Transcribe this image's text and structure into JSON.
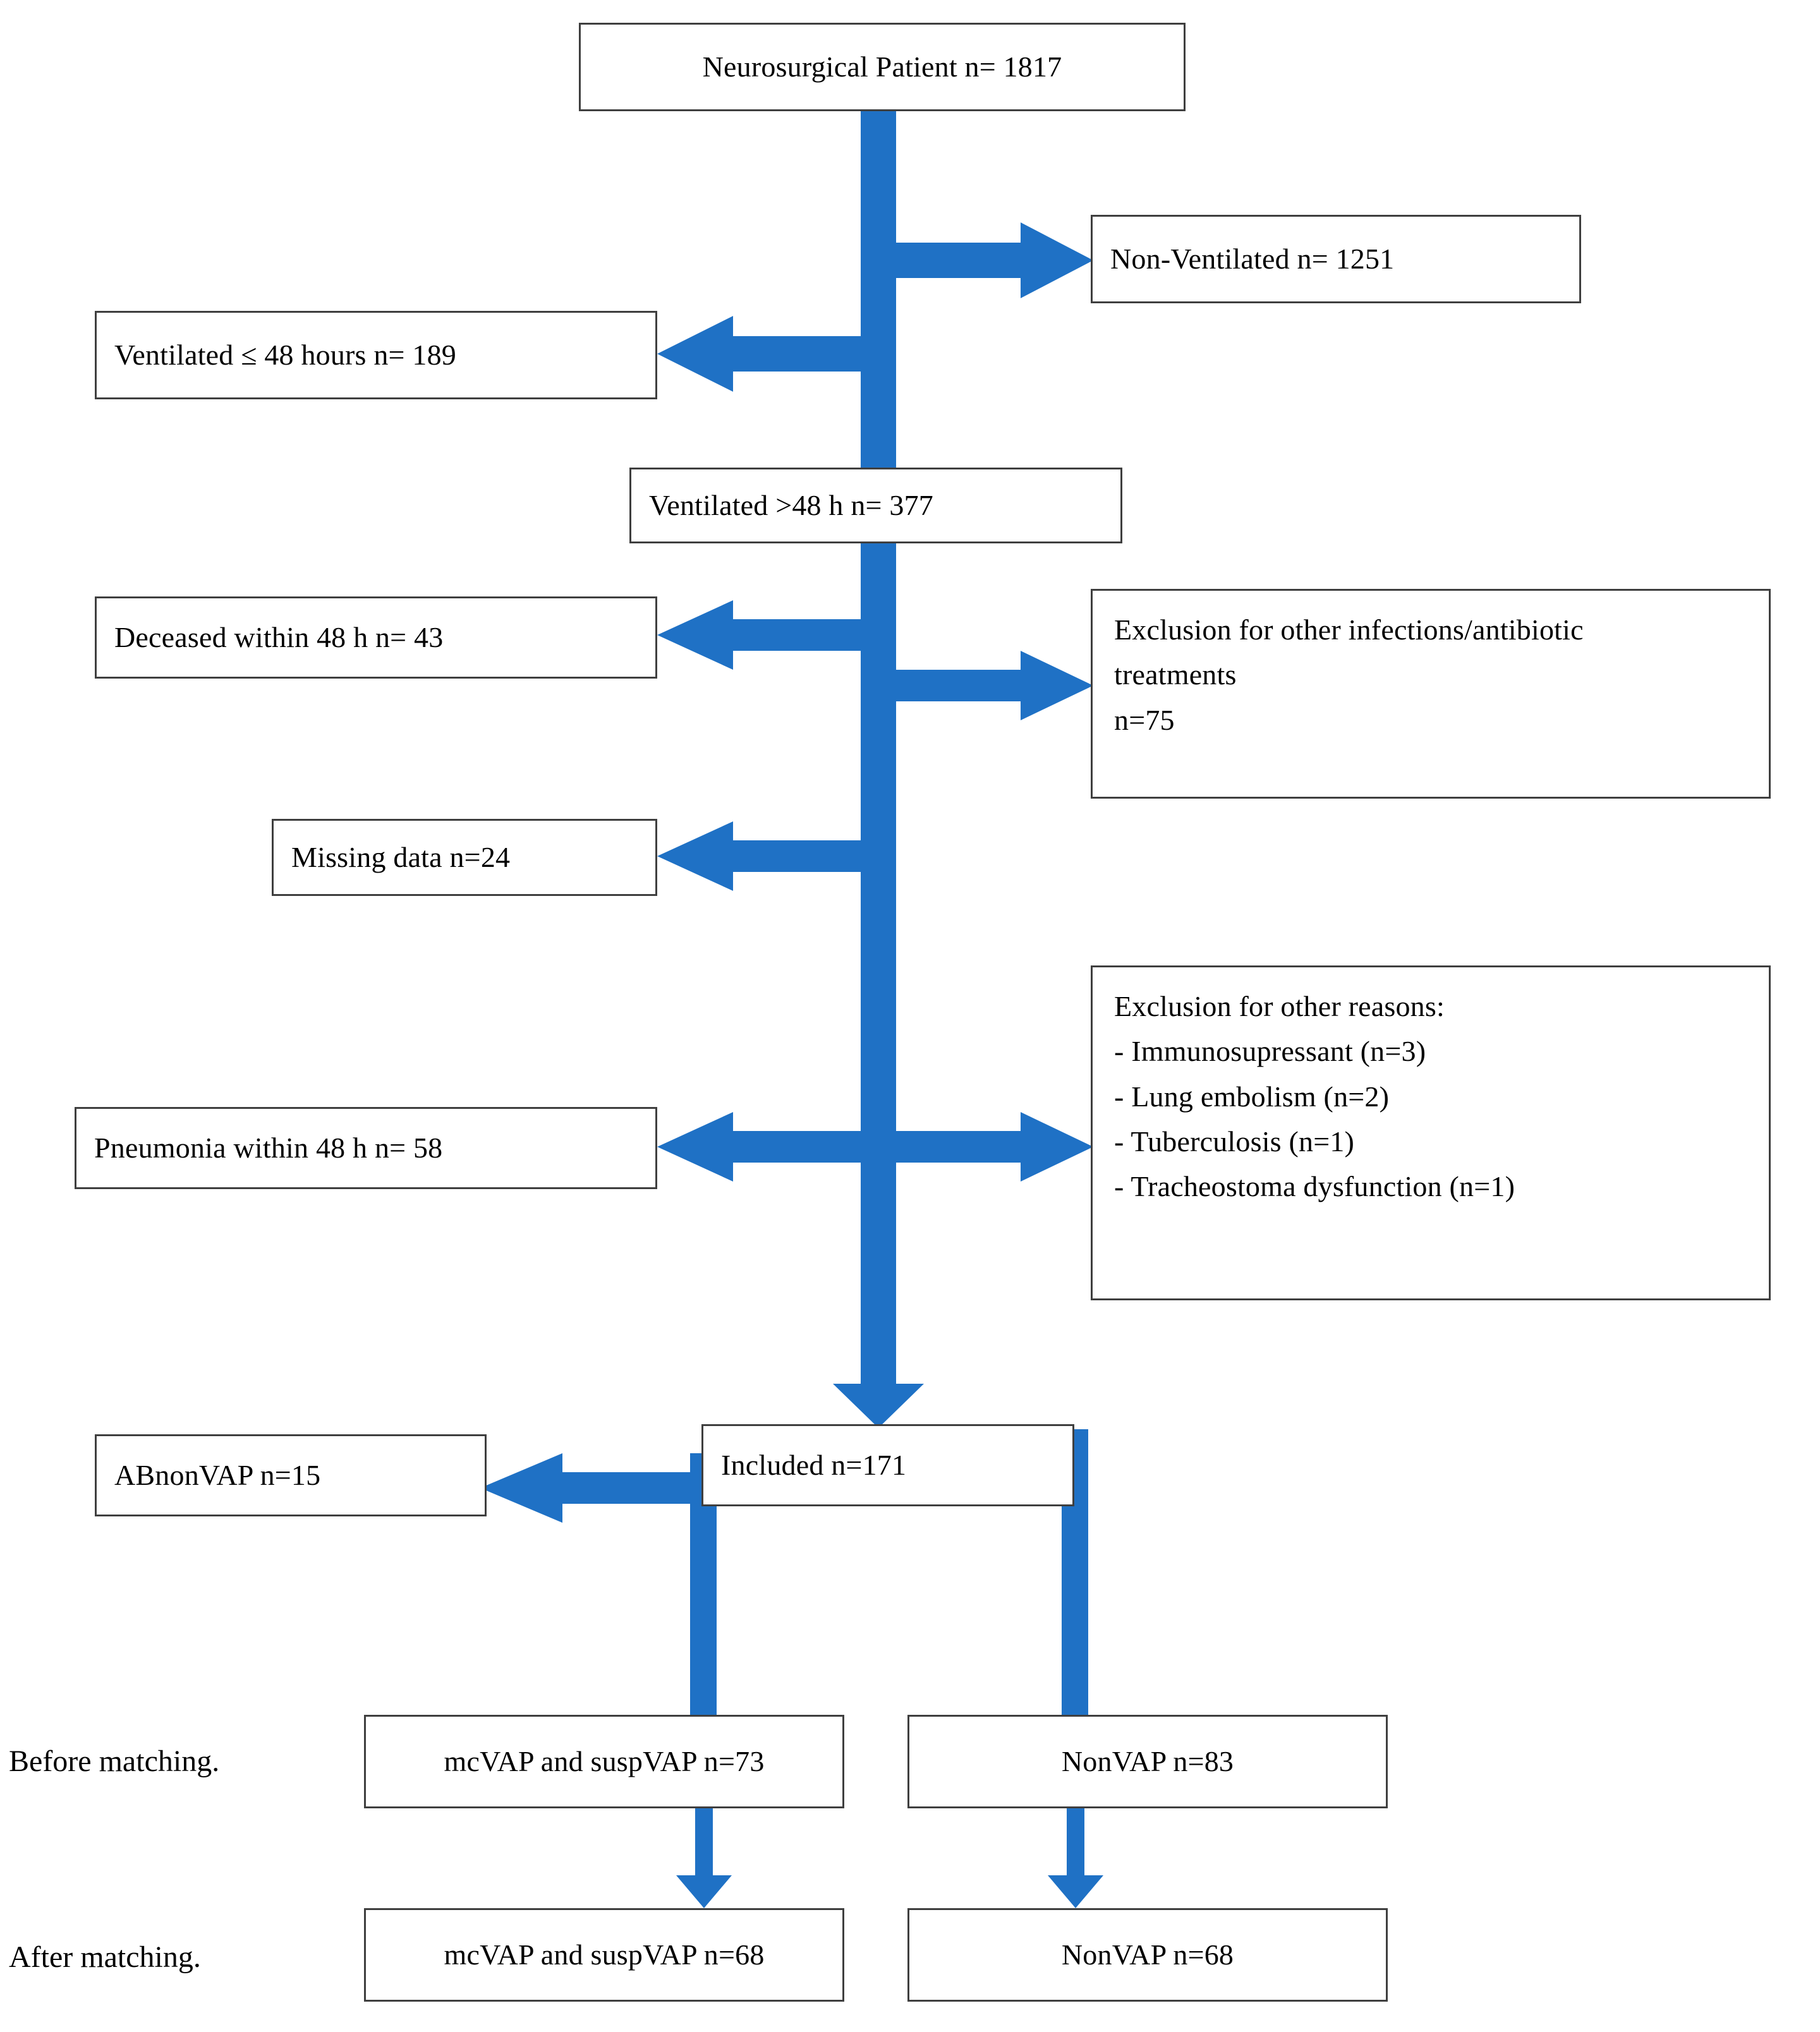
{
  "figure": {
    "type": "flowchart",
    "title": "Patient selection flow diagram",
    "accent_color": "#1F71C5",
    "box_border_color": "#3F3F3F",
    "background": "#FFFFFF"
  },
  "nodes": {
    "total": {
      "label": "Neurosurgical Patient n= 1817"
    },
    "non_ventilated": {
      "label": "Non-Ventilated n= 1251"
    },
    "ventilated_le48": {
      "label": "Ventilated ≤ 48 hours n= 189"
    },
    "ventilated_gt48": {
      "label": "Ventilated >48 h n= 377"
    },
    "deceased_48": {
      "label": "Deceased within 48 h n= 43"
    },
    "exclusion_infections": {
      "label": "Exclusion for other infections/antibiotic\ntreatments\nn=75"
    },
    "missing_data": {
      "label": "Missing data n=24"
    },
    "exclusion_other": {
      "label": "Exclusion for other reasons:\n- Immunosupressant (n=3)\n- Lung embolism (n=2)\n- Tuberculosis (n=1)\n- Tracheostoma dysfunction (n=1)"
    },
    "pneumonia_48": {
      "label": "Pneumonia within 48 h n= 58"
    },
    "abnonvap": {
      "label": "ABnonVAP n=15"
    },
    "included": {
      "label": "Included n=171"
    },
    "mcvap_before": {
      "label": "mcVAP and suspVAP n=73"
    },
    "nonvap_before": {
      "label": "NonVAP n=83"
    },
    "mcvap_after": {
      "label": "mcVAP and suspVAP n=68"
    },
    "nonvap_after": {
      "label": "NonVAP n=68"
    }
  },
  "labels": {
    "before_matching": "Before matching.",
    "after_matching": "After matching."
  },
  "chart_data": {
    "type": "flowchart",
    "title": "Patient selection flow diagram",
    "flow": [
      {
        "id": "total",
        "label": "Neurosurgical Patient n= 1817",
        "n": 1817,
        "role": "source"
      },
      {
        "id": "non_ventilated",
        "label": "Non-Ventilated n= 1251",
        "n": 1251,
        "role": "excluded",
        "from": "total",
        "direction": "right"
      },
      {
        "id": "ventilated_le48",
        "label": "Ventilated ≤ 48 hours n= 189",
        "n": 189,
        "role": "excluded",
        "from": "total",
        "direction": "left"
      },
      {
        "id": "ventilated_gt48",
        "label": "Ventilated >48 h n= 377",
        "n": 377,
        "role": "retained",
        "from": "total",
        "direction": "down"
      },
      {
        "id": "deceased_48",
        "label": "Deceased within 48 h n= 43",
        "n": 43,
        "role": "excluded",
        "from": "ventilated_gt48",
        "direction": "left"
      },
      {
        "id": "exclusion_infections",
        "label": "Exclusion for other infections/antibiotic treatments n=75",
        "n": 75,
        "role": "excluded",
        "from": "ventilated_gt48",
        "direction": "right"
      },
      {
        "id": "missing_data",
        "label": "Missing data n=24",
        "n": 24,
        "role": "excluded",
        "from": "ventilated_gt48",
        "direction": "left"
      },
      {
        "id": "pneumonia_48",
        "label": "Pneumonia within 48 h n= 58",
        "n": 58,
        "role": "excluded",
        "from": "ventilated_gt48",
        "direction": "left"
      },
      {
        "id": "exclusion_other",
        "label": "Exclusion for other reasons",
        "n": 7,
        "role": "excluded",
        "from": "ventilated_gt48",
        "direction": "right",
        "items": [
          {
            "reason": "Immunosupressant",
            "n": 3
          },
          {
            "reason": "Lung embolism",
            "n": 2
          },
          {
            "reason": "Tuberculosis",
            "n": 1
          },
          {
            "reason": "Tracheostoma dysfunction",
            "n": 1
          }
        ]
      },
      {
        "id": "included",
        "label": "Included n=171",
        "n": 171,
        "role": "included",
        "from": "ventilated_gt48",
        "direction": "down"
      },
      {
        "id": "abnonvap",
        "label": "ABnonVAP n=15",
        "n": 15,
        "role": "excluded",
        "from": "included",
        "direction": "left"
      },
      {
        "id": "mcvap_before",
        "label": "mcVAP and suspVAP n=73",
        "n": 73,
        "role": "group",
        "stage": "Before matching.",
        "from": "included",
        "direction": "down"
      },
      {
        "id": "nonvap_before",
        "label": "NonVAP n=83",
        "n": 83,
        "role": "group",
        "stage": "Before matching.",
        "from": "included",
        "direction": "down"
      },
      {
        "id": "mcvap_after",
        "label": "mcVAP and suspVAP n=68",
        "n": 68,
        "role": "group",
        "stage": "After matching.",
        "from": "mcvap_before",
        "direction": "down"
      },
      {
        "id": "nonvap_after",
        "label": "NonVAP n=68",
        "n": 68,
        "role": "group",
        "stage": "After matching.",
        "from": "nonvap_before",
        "direction": "down"
      }
    ],
    "stages": [
      "Before matching.",
      "After matching."
    ]
  }
}
